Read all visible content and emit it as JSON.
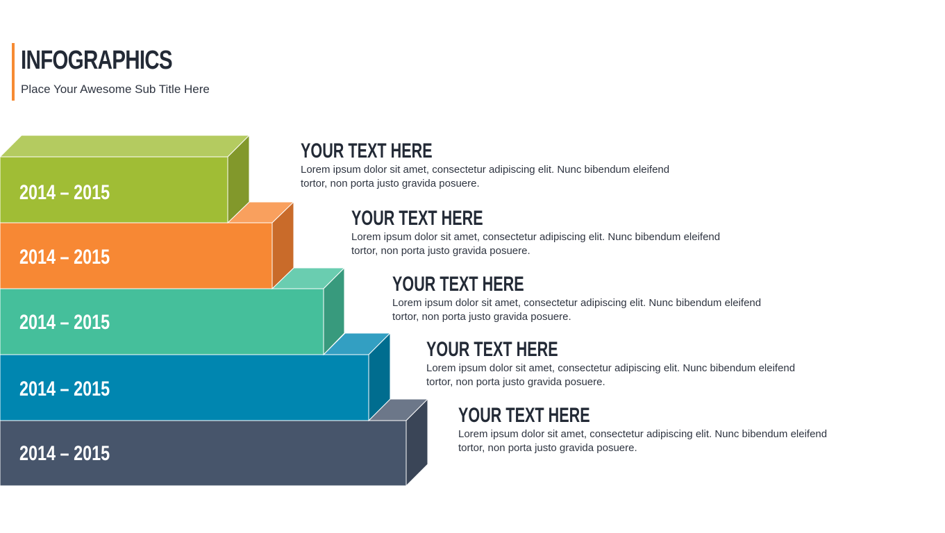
{
  "header": {
    "title": "INFOGRAPHICS",
    "subtitle": "Place Your Awesome Sub Title Here",
    "accent_color": "#f68b33"
  },
  "steps": [
    {
      "year": "2014 – 2015",
      "heading": "YOUR TEXT HERE",
      "body_line1": "Lorem ipsum dolor sit amet, consectetur adipiscing elit. Nunc bibendum eleifend",
      "body_line2": "tortor, non porta justo gravida posuere.",
      "front": "#a0bd35",
      "top": "#b4cb60",
      "side": "#82982b"
    },
    {
      "year": "2014 – 2015",
      "heading": "YOUR TEXT HERE",
      "body_line1": "Lorem ipsum dolor sit amet, consectetur adipiscing elit. Nunc bibendum eleifend",
      "body_line2": "tortor, non porta justo gravida posuere.",
      "front": "#f78834",
      "top": "#f9a05e",
      "side": "#c96b2a"
    },
    {
      "year": "2014 – 2015",
      "heading": "YOUR TEXT HERE",
      "body_line1": "Lorem ipsum dolor sit amet, consectetur adipiscing elit. Nunc bibendum eleifend",
      "body_line2": "tortor, non porta justo gravida posuere.",
      "front": "#45bf9b",
      "top": "#6acdb0",
      "side": "#389a7d"
    },
    {
      "year": "2014 – 2015",
      "heading": "YOUR TEXT HERE",
      "body_line1": "Lorem ipsum dolor sit amet, consectetur adipiscing elit. Nunc bibendum eleifend",
      "body_line2": "tortor, non porta justo gravida posuere.",
      "front": "#0086b0",
      "top": "#339fc2",
      "side": "#006d8f"
    },
    {
      "year": "2014 – 2015",
      "heading": "YOUR TEXT HERE",
      "body_line1": "Lorem ipsum dolor sit amet, consectetur adipiscing elit. Nunc bibendum eleifend",
      "body_line2": "tortor, non porta justo gravida posuere.",
      "front": "#47556b",
      "top": "#6c7789",
      "side": "#3a4557"
    }
  ]
}
